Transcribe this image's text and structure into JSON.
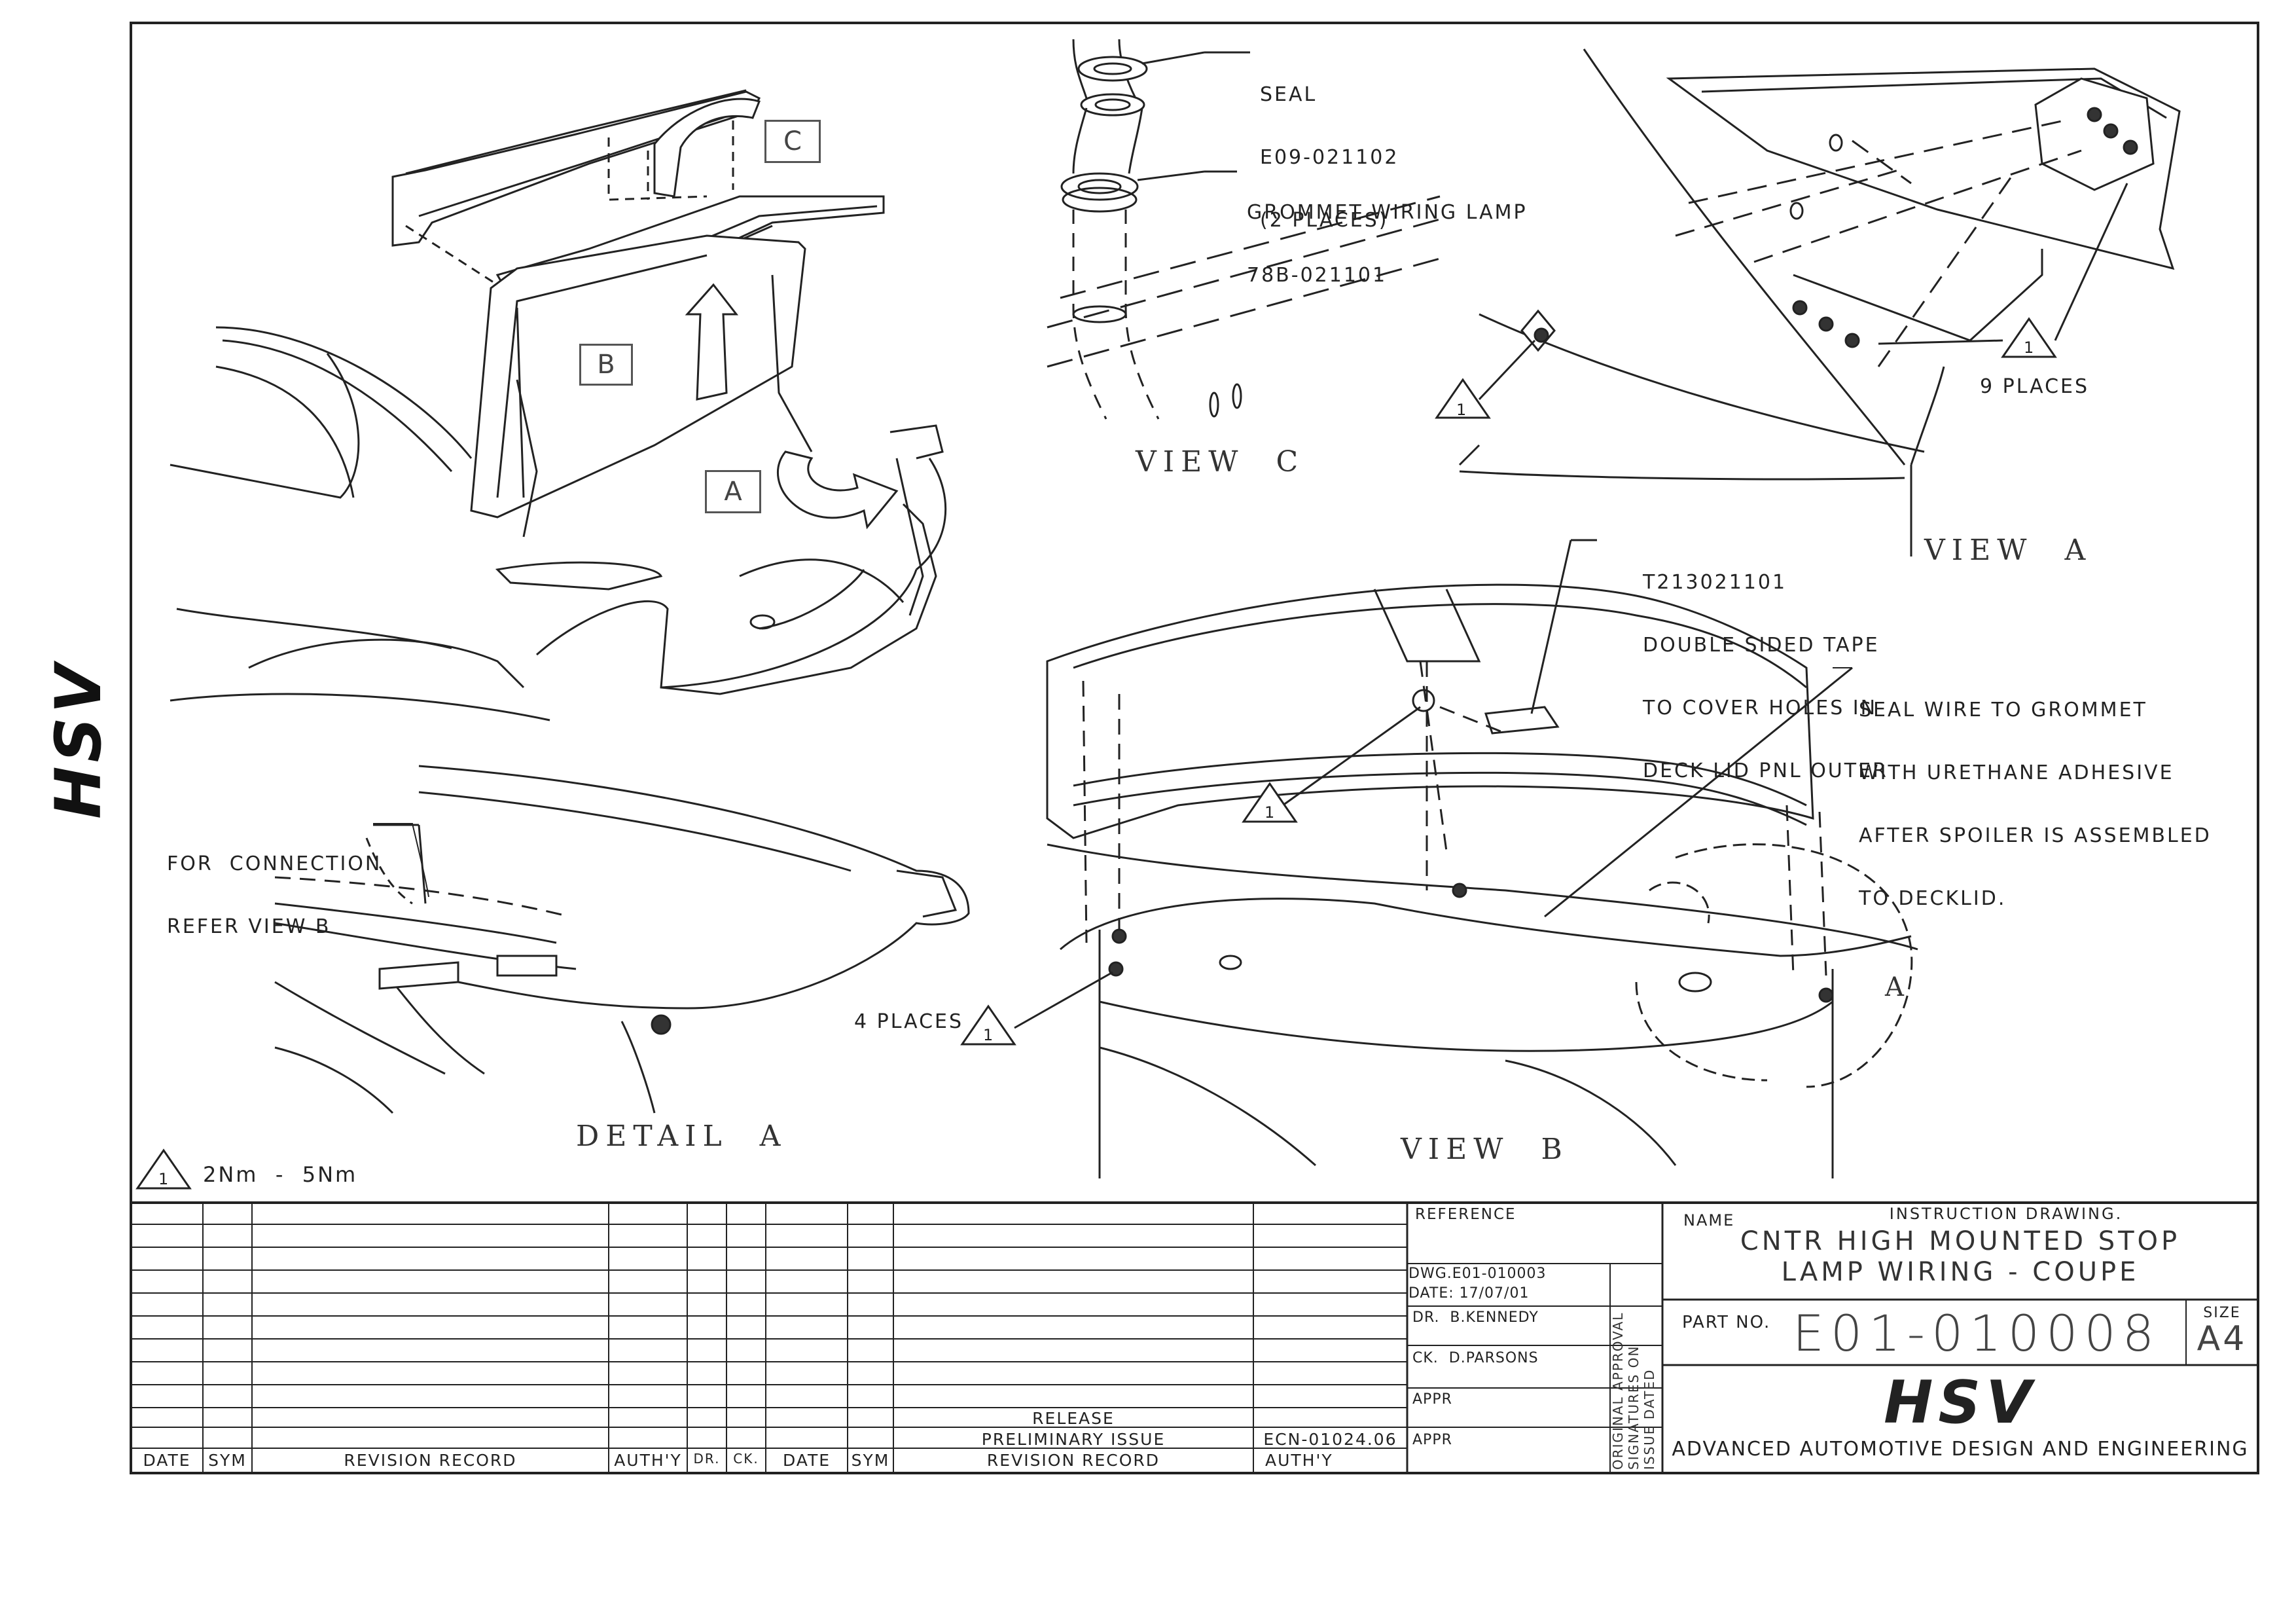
{
  "logo": {
    "text": "HSV"
  },
  "callouts": {
    "view_c_seal": [
      "SEAL",
      "E09-021102",
      "(2 PLACES)"
    ],
    "view_c_grommet": [
      "GROMMET WIRING LAMP",
      "78B-021101"
    ],
    "view_a_places": "9 PLACES",
    "tape": [
      "T213021101",
      "DOUBLE SIDED TAPE",
      "TO COVER HOLES IN",
      "DECK LID PNL OUTER"
    ],
    "seal_wire": [
      "SEAL WIRE TO GROMMET",
      "WITH URETHANE ADHESIVE",
      "AFTER SPOILER IS ASSEMBLED",
      "TO DECKLID."
    ],
    "connection": [
      "FOR  CONNECTION",
      "REFER VIEW B"
    ],
    "four_places": "4 PLACES",
    "torque_note": "2Nm  -  5Nm",
    "triangle_mark": "1",
    "detail_letters": {
      "a": "A",
      "b": "B",
      "c": "C"
    },
    "view_b_a_letter": "A"
  },
  "view_titles": {
    "view_c": "VIEW  C",
    "view_a": "VIEW  A",
    "detail_a": "DETAIL  A",
    "view_b": "VIEW  B"
  },
  "title_block": {
    "reference_label": "REFERENCE",
    "dwg_ref": "DWG.E01-010003",
    "date": "DATE: 17/07/01",
    "drawn": "DR.  B.KENNEDY",
    "checked": "CK.  D.PARSONS",
    "appr1": "APPR",
    "appr2": "APPR",
    "approval_note": [
      "ORIGINAL APPROVAL",
      "SIGNATURES ON",
      "ISSUE DATED"
    ],
    "name_label": "NAME",
    "drawing_type": "INSTRUCTION DRAWING.",
    "title_line1": "CNTR HIGH MOUNTED STOP",
    "title_line2": "LAMP WIRING - COUPE",
    "part_no_label": "PART NO.",
    "part_no": "E01-010008",
    "size_label": "SIZE",
    "size": "A4",
    "company_logo": "HSV",
    "company": "ADVANCED AUTOMOTIVE DESIGN AND ENGINEERING"
  },
  "revision_table": {
    "headers_left": [
      "DATE",
      "SYM",
      "REVISION RECORD",
      "AUTH'Y",
      "DR.",
      "CK."
    ],
    "headers_right": [
      "DATE",
      "SYM",
      "REVISION RECORD",
      "AUTH'Y"
    ],
    "entries": [
      {
        "record": "RELEASE",
        "authy": ""
      },
      {
        "record": "PRELIMINARY ISSUE",
        "authy": "ECN-01024.06"
      }
    ]
  }
}
